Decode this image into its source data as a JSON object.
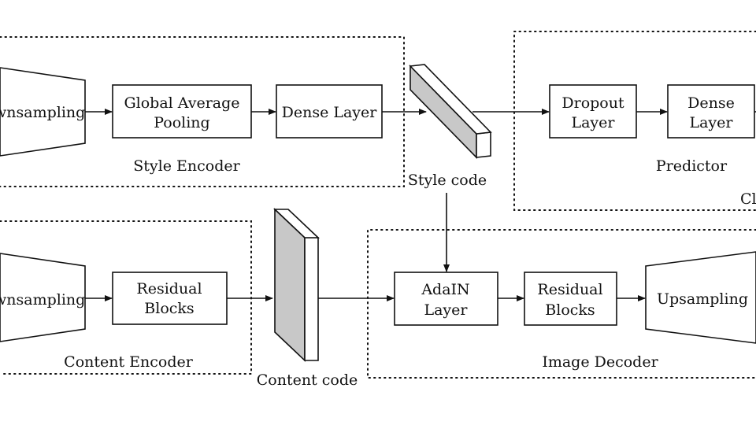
{
  "groups": {
    "style_encoder": "Style Encoder",
    "predictor": "Predictor",
    "classifier_partial": "Cl",
    "content_encoder": "Content Encoder",
    "image_decoder": "Image Decoder"
  },
  "blocks": {
    "downsampling_style": "wnsampling",
    "global_average_pooling": [
      "Global Average",
      "Pooling"
    ],
    "dense_layer_style": "Dense Layer",
    "dropout_layer": [
      "Dropout",
      "Layer"
    ],
    "dense_layer_predictor": [
      "Dense",
      "Layer"
    ],
    "downsampling_content": "wnsampling",
    "residual_blocks_content": [
      "Residual",
      "Blocks"
    ],
    "adain_layer": [
      "AdaIN",
      "Layer"
    ],
    "residual_blocks_decoder": [
      "Residual",
      "Blocks"
    ],
    "upsampling": "Upsampling"
  },
  "codes": {
    "style_code": "Style code",
    "content_code": "Content code"
  }
}
